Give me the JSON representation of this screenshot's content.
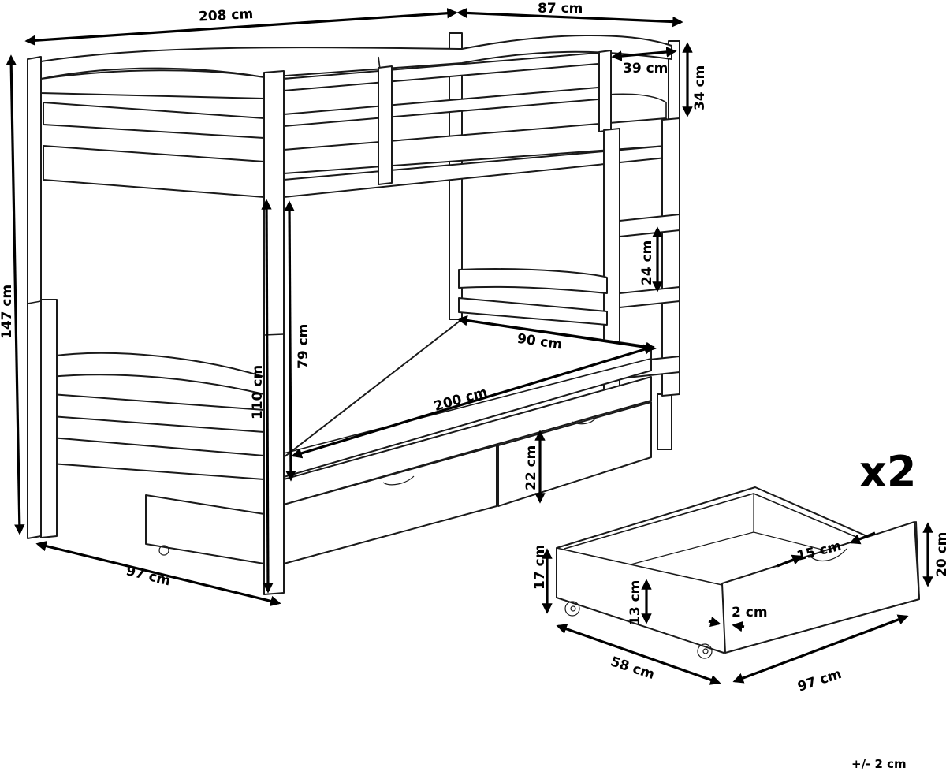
{
  "diagram": {
    "subject": "Bunk bed with two underbed drawers — dimension drawing",
    "colors": {
      "line": "#1a1a1a",
      "background": "#ffffff",
      "arrow": "#000000"
    },
    "bed_dimensions": {
      "length": "208 cm",
      "depth": "87 cm",
      "top_rail_gap": "39 cm",
      "top_rail_height": "34 cm",
      "total_height": "147 cm",
      "lower_bunk_height": "110 cm",
      "clearance_between_bunks": "79 cm",
      "ladder_step_spacing": "24 cm",
      "mattress_width": "90 cm",
      "mattress_length": "200 cm",
      "drawer_space_height": "22 cm",
      "footprint_width": "97 cm"
    },
    "drawer": {
      "quantity_label": "x2",
      "back_height": "17 cm",
      "inner_height": "13 cm",
      "front_height": "20 cm",
      "handle_width": "15 cm",
      "front_thickness": "2 cm",
      "depth": "58 cm",
      "width": "97 cm"
    },
    "tolerance": "+/- 2 cm"
  }
}
